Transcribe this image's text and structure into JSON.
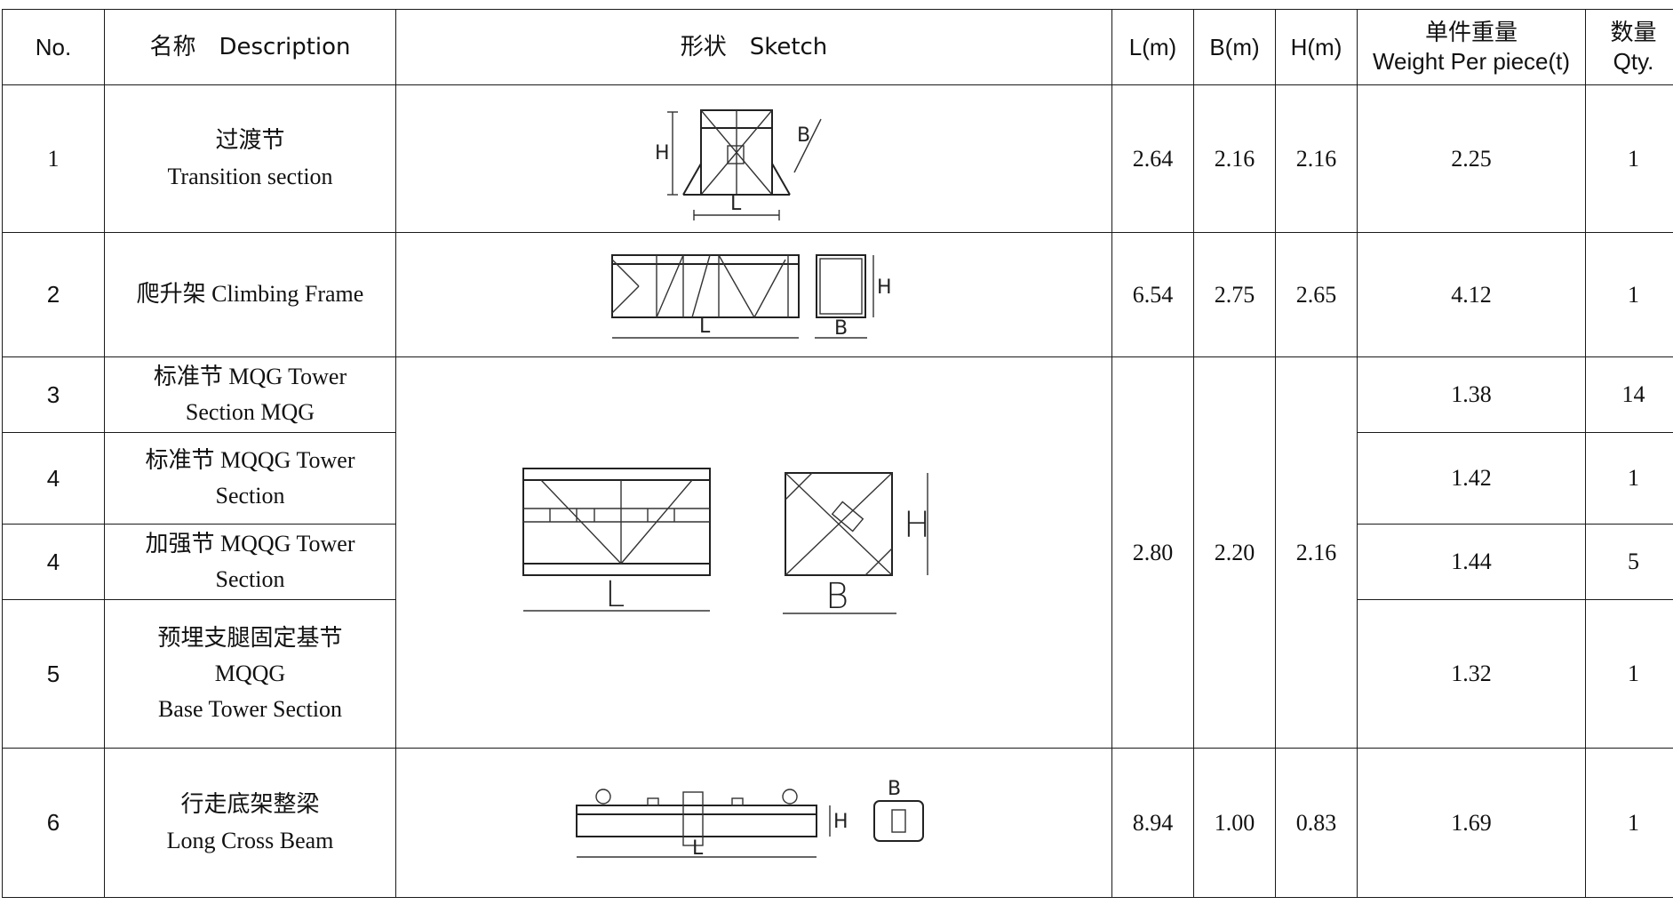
{
  "header": {
    "no": "No.",
    "name": "名称　Description",
    "sketch": "形状　Sketch",
    "l": "L(m)",
    "b": "B(m)",
    "h": "H(m)",
    "weight_cn": "单件重量",
    "weight_en": "Weight Per piece(t)",
    "qty_cn": "数量",
    "qty_en": "Qty."
  },
  "rows": [
    {
      "no": "1",
      "name_cn": "过渡节",
      "name_en": "Transition section",
      "l": "2.64",
      "b": "2.16",
      "h": "2.16",
      "weight": "2.25",
      "qty": "1"
    },
    {
      "no": "2",
      "name": "爬升架  Climbing Frame",
      "l": "6.54",
      "b": "2.75",
      "h": "2.65",
      "weight": "4.12",
      "qty": "1"
    },
    {
      "no": "3",
      "name_l1": "标准节 MQG Tower",
      "name_l2": "Section MQG",
      "weight": "1.38",
      "qty": "14"
    },
    {
      "no": "4",
      "name_l1": "标准节 MQQG Tower",
      "name_l2": "Section",
      "weight": "1.42",
      "qty": "1"
    },
    {
      "no": "4",
      "name_l1": "加强节 MQQG Tower",
      "name_l2": "Section",
      "weight": "1.44",
      "qty": "5"
    },
    {
      "no": "5",
      "name_l1": "预埋支腿固定基节",
      "name_l2": "MQQG",
      "name_l3": "Base Tower Section",
      "weight": "1.32",
      "qty": "1"
    },
    {
      "no": "6",
      "name_cn": "行走底架整梁",
      "name_en": "Long Cross Beam",
      "l": "8.94",
      "b": "1.00",
      "h": "0.83",
      "weight": "1.69",
      "qty": "1"
    }
  ],
  "tower_group": {
    "l": "2.80",
    "b": "2.20",
    "h": "2.16"
  },
  "dim_labels": {
    "l": "L",
    "b": "B",
    "h": "H"
  }
}
